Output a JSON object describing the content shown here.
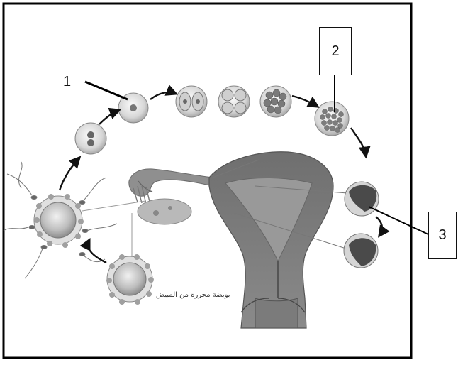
{
  "diagram": {
    "callouts": [
      {
        "id": "1",
        "label": "1"
      },
      {
        "id": "2",
        "label": "2"
      },
      {
        "id": "3",
        "label": "3"
      }
    ],
    "caption": "بويضة محررة من المبيض"
  }
}
